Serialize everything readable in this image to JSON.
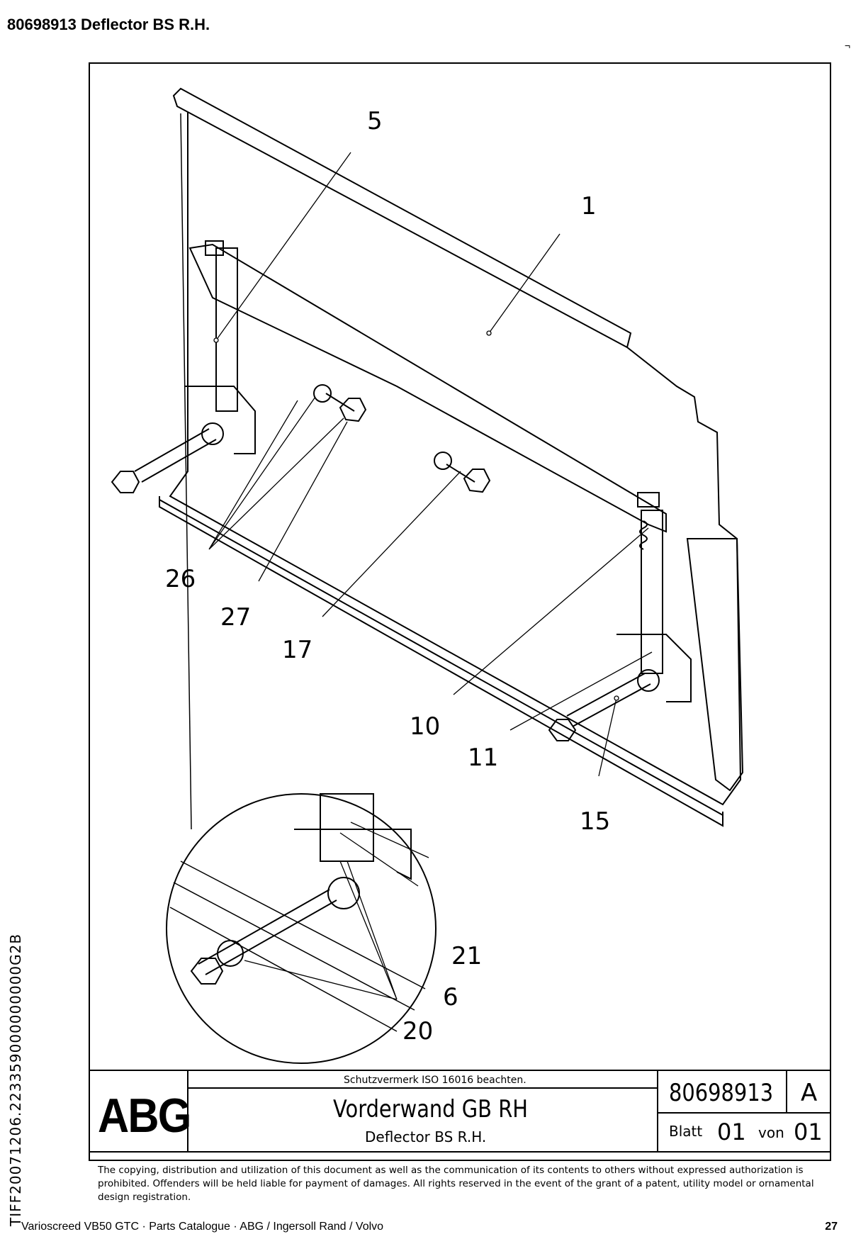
{
  "header": {
    "title": "80698913  Deflector BS R.H."
  },
  "corner_mark": "¬",
  "callouts": [
    "5",
    "1",
    "26",
    "27",
    "17",
    "10",
    "11",
    "15",
    "21",
    "6",
    "20"
  ],
  "titleblock": {
    "logo": "ABG",
    "notice": "Schutzvermerk ISO 16016 beachten.",
    "drawing_title": "Vorderwand GB RH",
    "drawing_subtitle": "Deflector BS R.H.",
    "drawing_number": "80698913",
    "revision": "A",
    "sheet_label": "Blatt",
    "sheet_number": "01",
    "of_label": "von",
    "sheet_total": "01"
  },
  "legal_text": "The copying, distribution and utilization of this document as well as the communication of its contents to others without expressed authorization is prohibited. Offenders will be held liable for payment of damages. All rights reserved in the event of the grant of a patent, utility model or ornamental design registration.",
  "side_id": "TIFF20071206.223359000000000G2B",
  "footer": {
    "text": "Varioscreed VB50 GTC  ·  Parts Catalogue  ·  ABG / Ingersoll Rand / Volvo",
    "page": "27"
  }
}
